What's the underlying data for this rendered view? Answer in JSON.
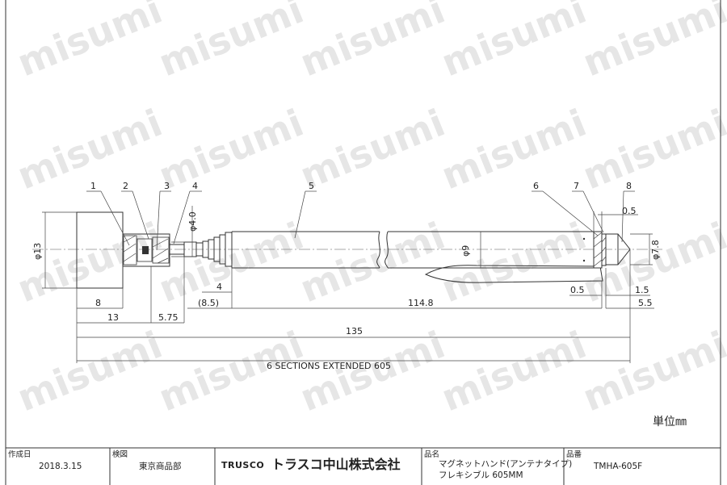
{
  "watermark": "misumi",
  "callouts": [
    "1",
    "2",
    "3",
    "4",
    "5",
    "6",
    "7",
    "8"
  ],
  "dims": {
    "d13": "φ13",
    "d4": "φ4.0",
    "d9": "φ9",
    "d78": "φ7.8",
    "c05": "0.5",
    "b4": "4",
    "b85": "(8.5)",
    "b8": "8",
    "b13": "13",
    "b575": "5.75",
    "b1148": "114.8",
    "b05": "0.5",
    "b15": "1.5",
    "b55": "5.5",
    "b135": "135",
    "sections": "6 SECTIONS EXTENDED 605"
  },
  "unit": "単位㎜",
  "title_block": {
    "made_label": "作成日",
    "made_value": "2018.3.15",
    "check_label": "検図",
    "check_value": "東京商品部",
    "brand_logo": "TRUSCO",
    "company": "トラスコ中山株式会社",
    "name_label": "品名",
    "name_line1": "マグネットハンド(アンテナタイプ)",
    "name_line2": "フレキシブル 605MM",
    "part_label": "品番",
    "part_value": "TMHA-605F"
  }
}
